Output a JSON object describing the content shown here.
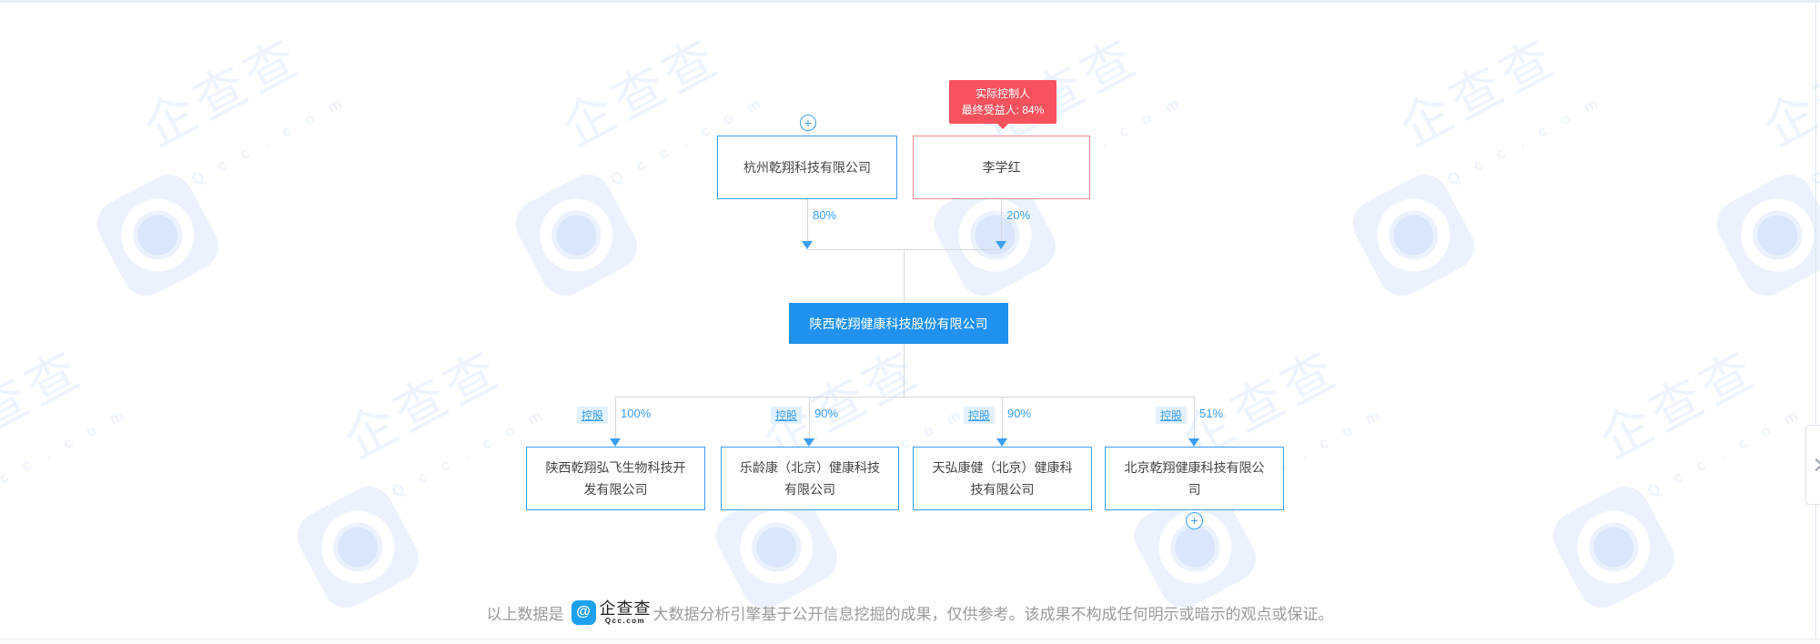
{
  "watermark": {
    "text": "企查查",
    "domain": "Q c c . c o m"
  },
  "icons": {
    "plus": "+",
    "logo_glyph": "@"
  },
  "structure": {
    "parents": [
      {
        "name": "杭州乾翔科技有限公司",
        "percent": "80%"
      },
      {
        "name": "李学红",
        "percent": "20%"
      }
    ],
    "controller_badge": {
      "line1": "实际控制人",
      "line2": "最终受益人: 84%"
    },
    "root": {
      "name": "陕西乾翔健康科技股份有限公司"
    },
    "children": [
      {
        "tag": "控股",
        "percent": "100%",
        "name": "陕西乾翔弘飞生物科技开发有限公司"
      },
      {
        "tag": "控股",
        "percent": "90%",
        "name": "乐龄康（北京）健康科技有限公司"
      },
      {
        "tag": "控股",
        "percent": "90%",
        "name": "天弘康健（北京）健康科技有限公司"
      },
      {
        "tag": "控股",
        "percent": "51%",
        "name": "北京乾翔健康科技有限公司"
      }
    ]
  },
  "footer": {
    "prefix": "以上数据是",
    "brand_name": "企查查",
    "brand_domain": "Qcc.com",
    "suffix": "大数据分析引擎基于公开信息挖掘的成果，仅供参考。该成果不构成任何明示或暗示的观点或保证。"
  },
  "colors": {
    "accent_blue": "#3a9ff1",
    "root_box_blue": "#2091ef",
    "badge_red": "#f8525f",
    "person_border_pink": "#f88a93",
    "line_gray": "#d6d9de",
    "text_dark": "#444444",
    "text_gray": "#9b9b9b"
  }
}
